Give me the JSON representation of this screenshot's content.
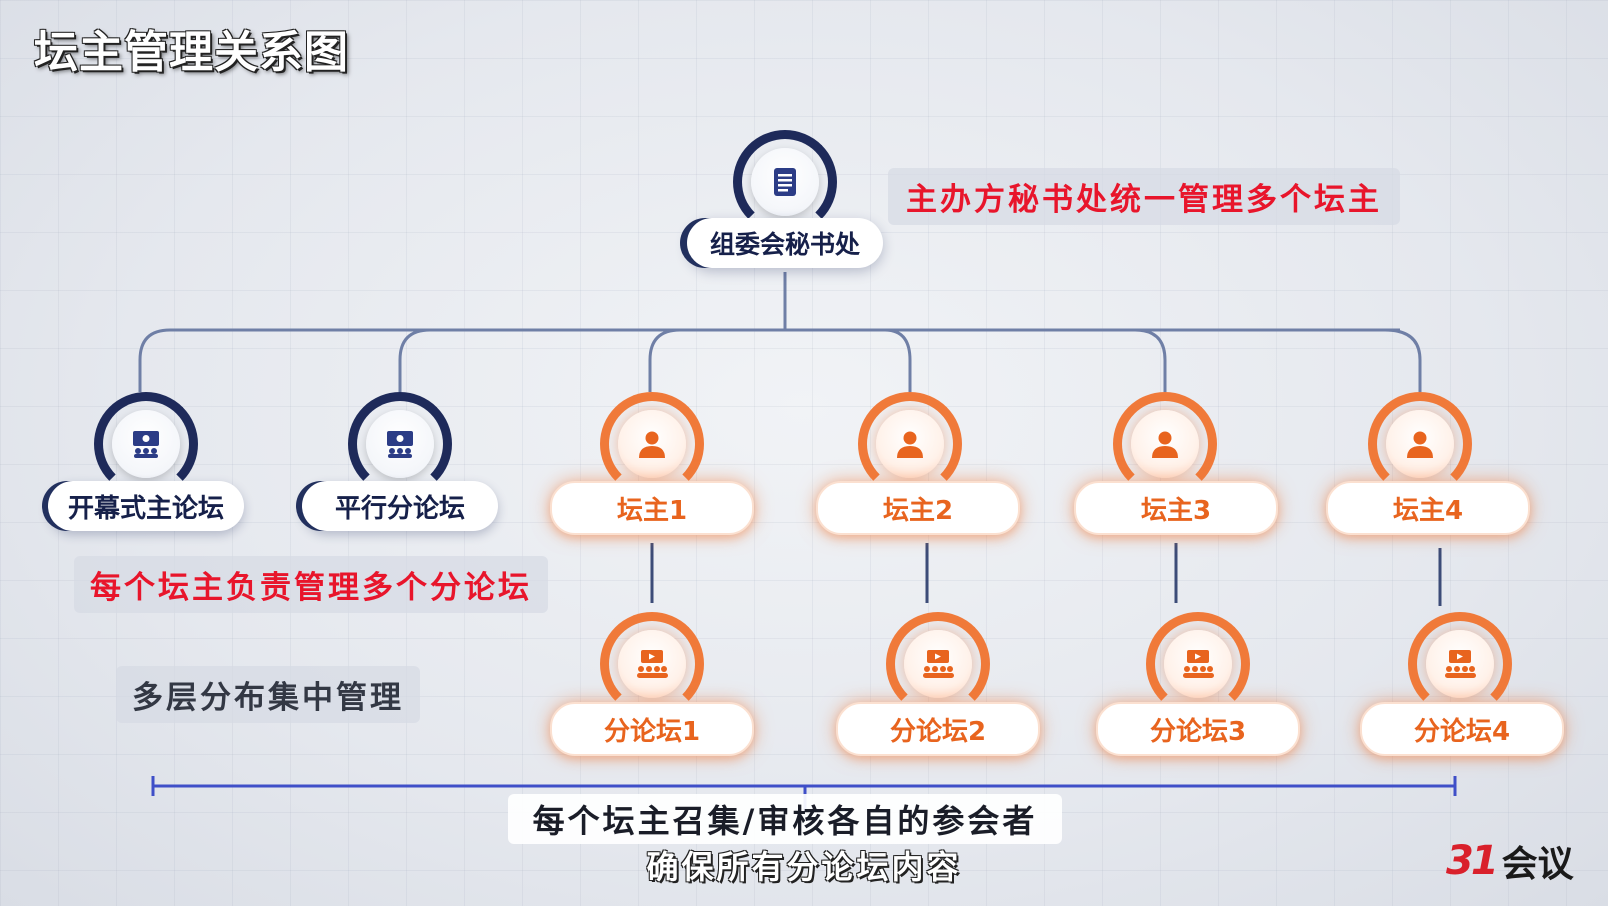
{
  "title": "坛主管理关系图",
  "root": {
    "label": "组委会秘书处",
    "icon": "document-icon"
  },
  "annotations": {
    "top_red": "主办方秘书处统一管理多个坛主",
    "mid_red": "每个坛主负责管理多个分论坛",
    "layered": "多层分布集中管理"
  },
  "level1": [
    {
      "label": "开幕式主论坛",
      "style": "blue",
      "icon": "meeting-screen-icon"
    },
    {
      "label": "平行分论坛",
      "style": "blue",
      "icon": "meeting-screen-icon"
    },
    {
      "label": "坛主1",
      "style": "orange",
      "icon": "person-icon"
    },
    {
      "label": "坛主2",
      "style": "orange",
      "icon": "person-icon"
    },
    {
      "label": "坛主3",
      "style": "orange",
      "icon": "person-icon"
    },
    {
      "label": "坛主4",
      "style": "orange",
      "icon": "person-icon"
    }
  ],
  "level2": [
    {
      "label": "分论坛1",
      "icon": "audience-screen-icon"
    },
    {
      "label": "分论坛2",
      "icon": "audience-screen-icon"
    },
    {
      "label": "分论坛3",
      "icon": "audience-screen-icon"
    },
    {
      "label": "分论坛4",
      "icon": "audience-screen-icon"
    }
  ],
  "captions": {
    "line1": "每个坛主召集/审核各自的参会者",
    "line2": "确保所有分论坛内容"
  },
  "logo": {
    "number": "31",
    "text": "会议"
  },
  "colors": {
    "navy": "#1e2a5a",
    "orange": "#f07a3a",
    "red": "#e8152b"
  }
}
